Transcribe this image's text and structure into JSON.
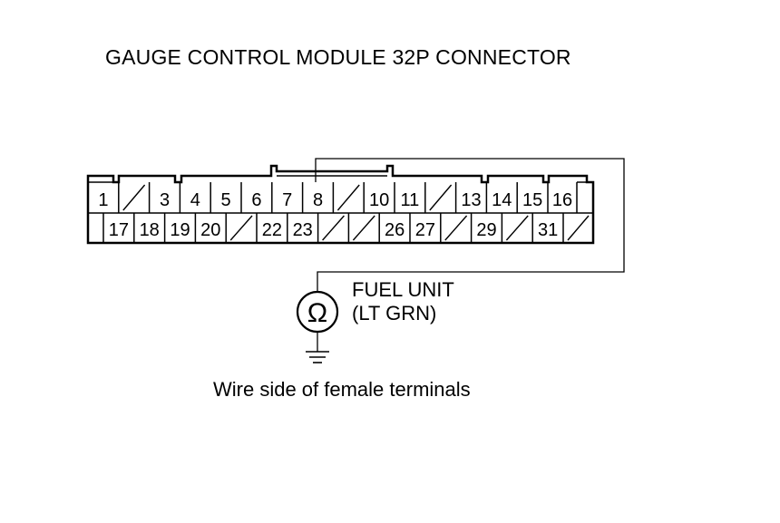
{
  "title": "GAUGE CONTROL MODULE 32P CONNECTOR",
  "connector": {
    "top_row": [
      "1",
      "",
      "3",
      "4",
      "5",
      "6",
      "7",
      "8",
      "",
      "10",
      "11",
      "",
      "13",
      "14",
      "15",
      "16"
    ],
    "bottom_row": [
      "17",
      "18",
      "19",
      "20",
      "",
      "22",
      "23",
      "",
      "",
      "26",
      "27",
      "",
      "29",
      "",
      "31",
      ""
    ]
  },
  "fuel_unit": {
    "name": "FUEL UNIT",
    "wire_color": "(LT GRN)",
    "symbol": "Ω"
  },
  "caption": "Wire side of female terminals"
}
